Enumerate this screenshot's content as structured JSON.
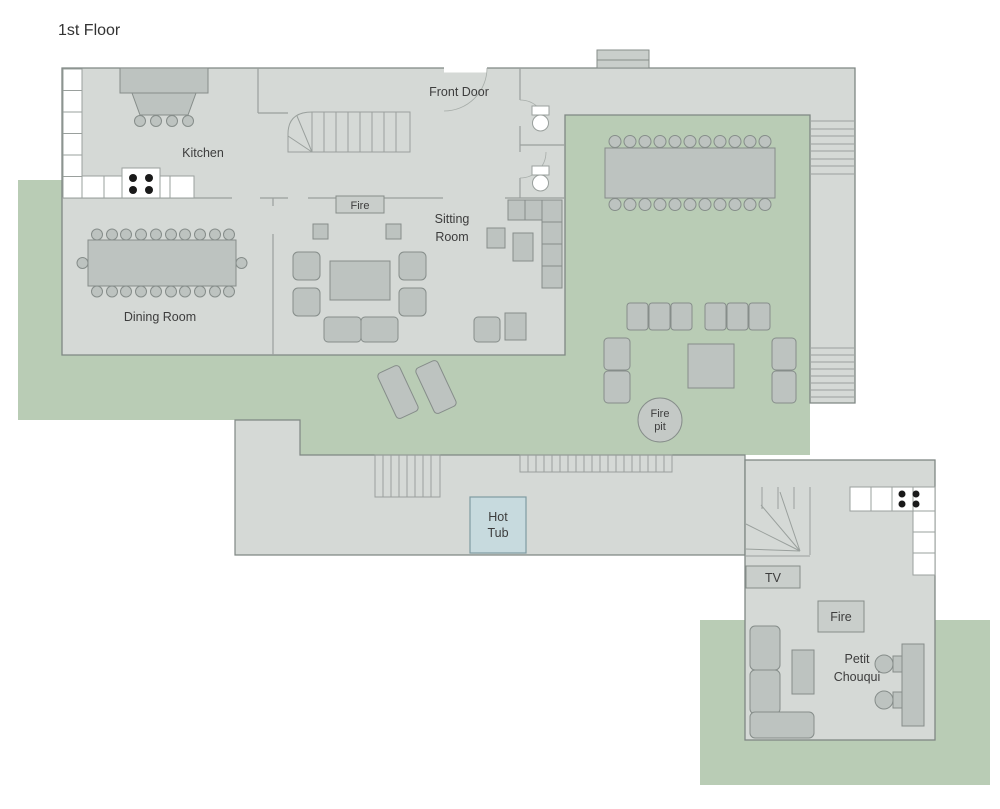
{
  "title": "1st Floor",
  "labels": {
    "kitchen": "Kitchen",
    "front_door": "Front Door",
    "fireplace": "Fire",
    "sitting_room": [
      "Sitting",
      "Room"
    ],
    "dining_room": "Dining Room",
    "fire_pit": [
      "Fire",
      "pit"
    ],
    "hot_tub": [
      "Hot",
      "Tub"
    ],
    "tv": "TV",
    "petit_fireplace": "Fire",
    "petit_chouqui": [
      "Petit",
      "Chouqui"
    ]
  },
  "colors": {
    "building": "#d5d9d6",
    "terrace_green": "#b9ccb5",
    "furniture": "#bdc3c0",
    "label_box": "#c9cecb",
    "hot_tub_fill": "#c7dade",
    "counter": "#ffffff",
    "wall": "#9aa09d",
    "outline": "#7f8784",
    "text": "#3d3d3d",
    "burner": "#1a1a1a"
  }
}
